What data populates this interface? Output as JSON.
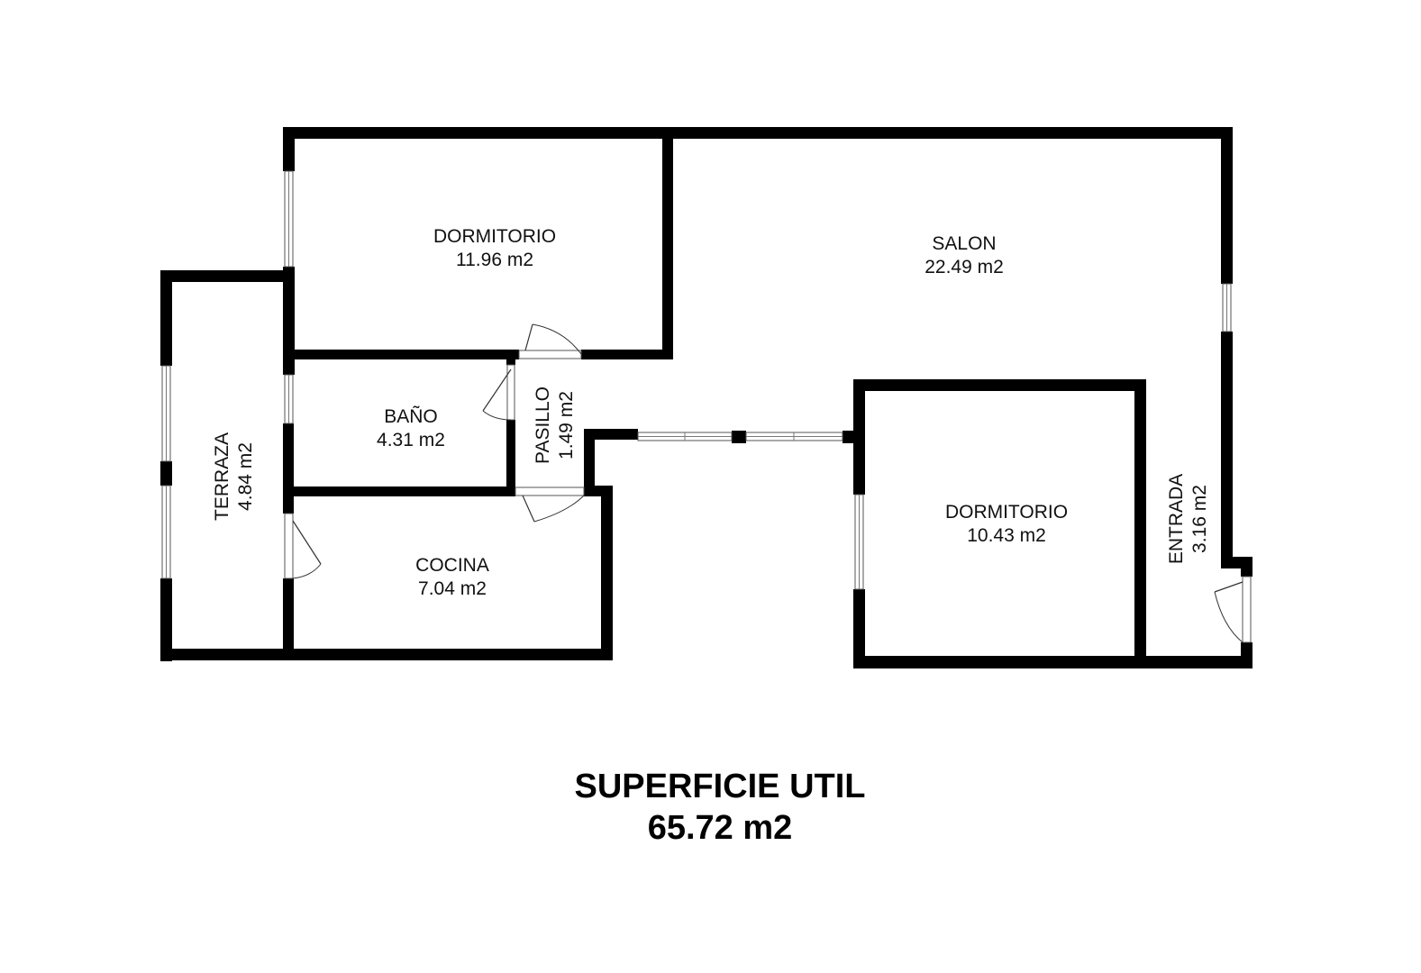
{
  "rooms": {
    "dormitorio_1": {
      "name": "DORMITORIO",
      "area": "11.96 m2"
    },
    "salon": {
      "name": "SALON",
      "area": "22.49 m2"
    },
    "bano": {
      "name": "BAÑO",
      "area": "4.31 m2"
    },
    "pasillo": {
      "name": "PASILLO",
      "area": "1.49 m2"
    },
    "terraza": {
      "name": "TERRAZA",
      "area": "4.84 m2"
    },
    "cocina": {
      "name": "COCINA",
      "area": "7.04 m2"
    },
    "dormitorio_2": {
      "name": "DORMITORIO",
      "area": "10.43 m2"
    },
    "entrada": {
      "name": "ENTRADA",
      "area": "3.16 m2"
    }
  },
  "summary": {
    "title": "SUPERFICIE UTIL",
    "total": "65.72 m2"
  },
  "colors": {
    "wall": "#000000",
    "background": "#ffffff"
  }
}
